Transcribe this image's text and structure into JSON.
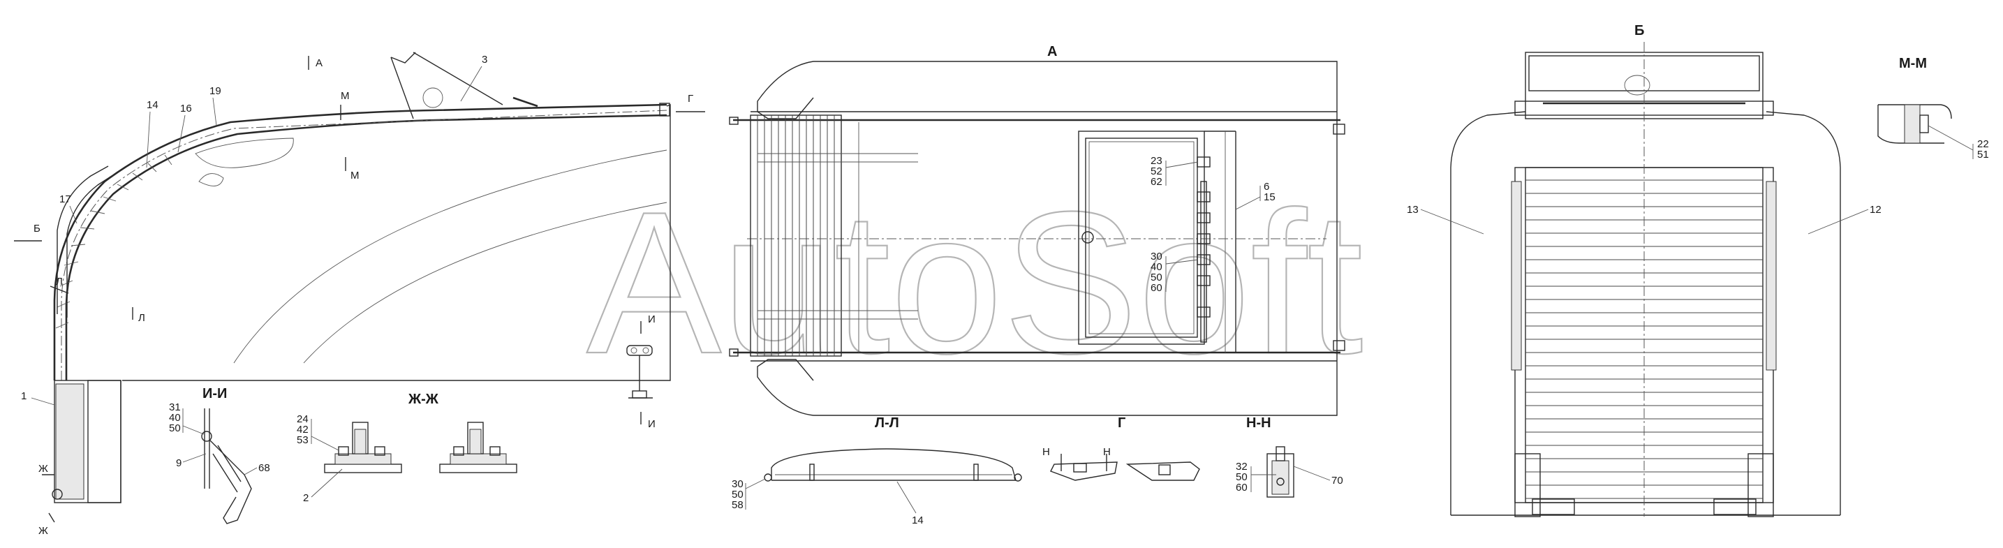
{
  "watermark": "AutoSoft",
  "views": {
    "A": "А",
    "B": "Б",
    "G": "Г",
    "MM": "М-М",
    "LL": "Л-Л",
    "NN": "Н-Н",
    "II": "И-И",
    "ZhZh": "Ж-Ж"
  },
  "markers": {
    "A": "А",
    "M": "М",
    "G": "Г",
    "B": "Б",
    "L": "Л",
    "I": "И",
    "Zh": "Ж",
    "N": "Н"
  },
  "callouts": {
    "p1": "1",
    "p2": "2",
    "p3": "3",
    "p9": "9",
    "p12": "12",
    "p13": "13",
    "p14": "14",
    "p16": "16",
    "p17": "17",
    "p19": "19",
    "p68": "68",
    "p70": "70",
    "p6": "6",
    "p15": "15",
    "p22": "22",
    "p51": "51",
    "p23": "23",
    "p52": "52",
    "p62": "62",
    "p30": "30",
    "p40": "40",
    "p50": "50",
    "p60": "60",
    "p31": "31",
    "p24": "24",
    "p42": "42",
    "p53": "53",
    "p58": "58",
    "p32": "32"
  }
}
